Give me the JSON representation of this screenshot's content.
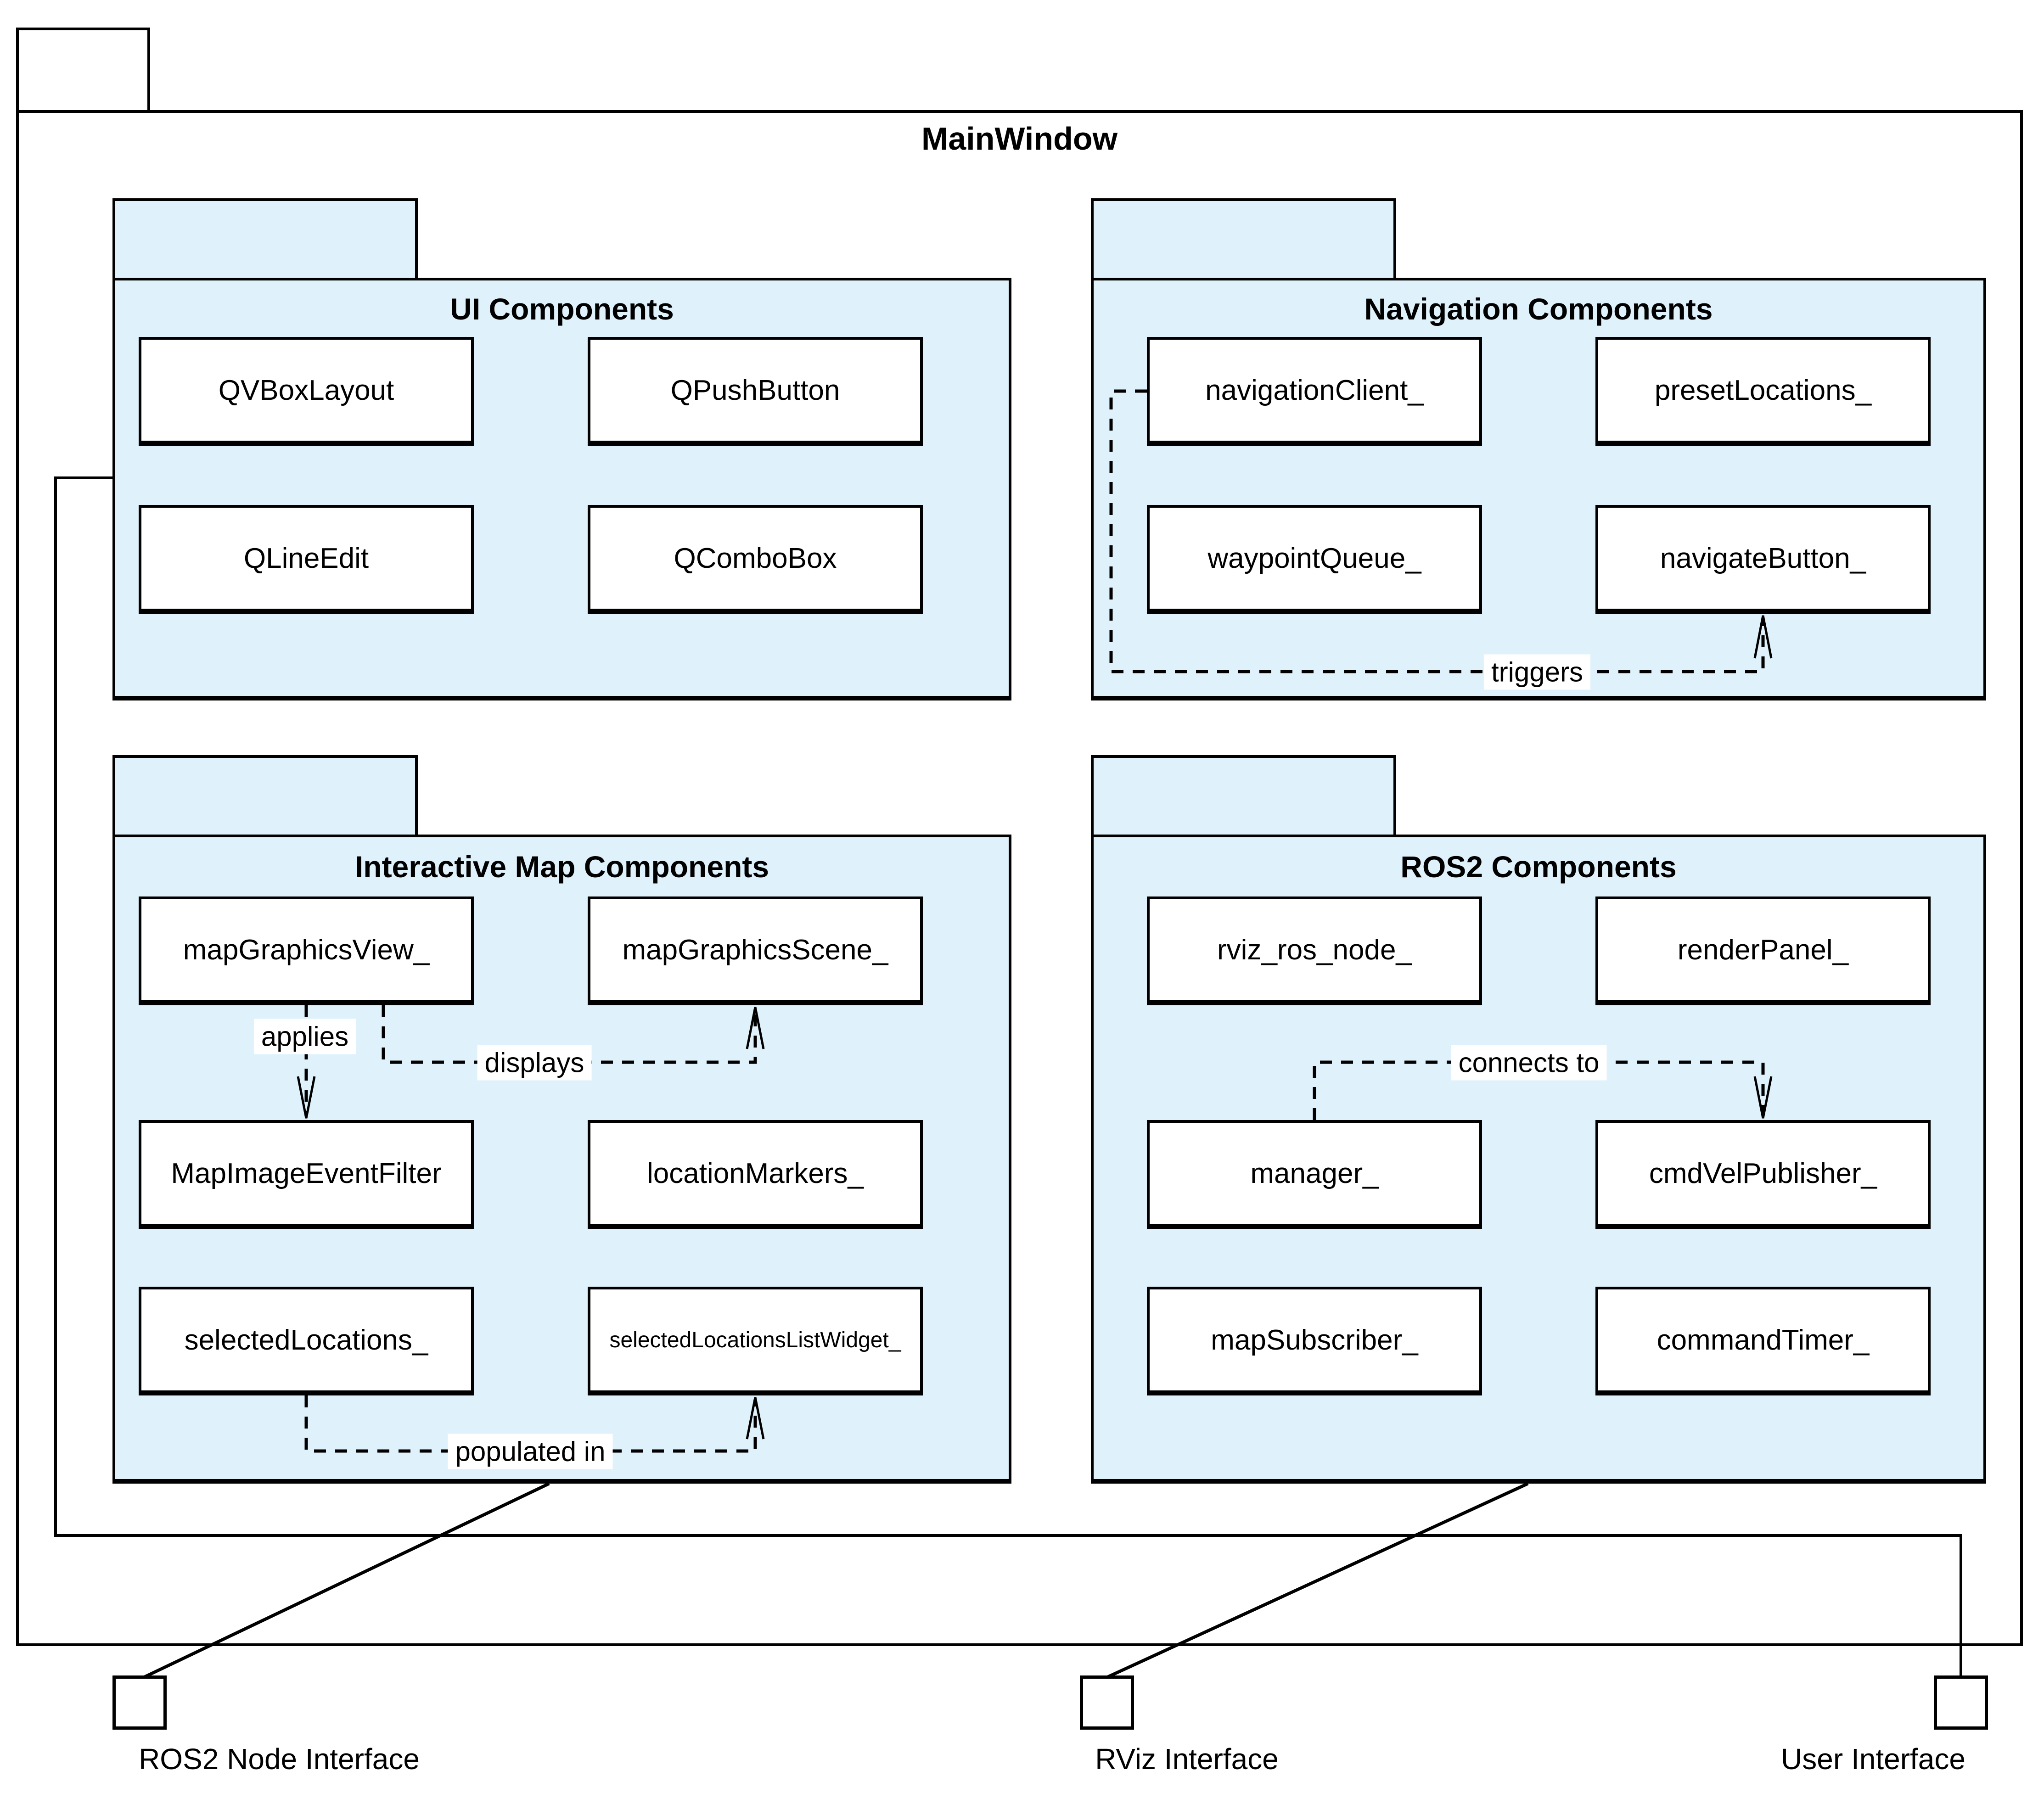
{
  "diagram": {
    "title": "MainWindow",
    "packages": [
      {
        "title": "UI Components",
        "boxes": [
          "QVBoxLayout",
          "QPushButton",
          "QLineEdit",
          "QComboBox"
        ]
      },
      {
        "title": "Navigation Components",
        "boxes": [
          "navigationClient_",
          "presetLocations_",
          "waypointQueue_",
          "navigateButton_"
        ]
      },
      {
        "title": "Interactive Map Components",
        "boxes": [
          "mapGraphicsView_",
          "mapGraphicsScene_",
          "MapImageEventFilter",
          "locationMarkers_",
          "selectedLocations_",
          "selectedLocationsListWidget_"
        ]
      },
      {
        "title": "ROS2 Components",
        "boxes": [
          "rviz_ros_node_",
          "renderPanel_",
          "manager_",
          "cmdVelPublisher_",
          "mapSubscriber_",
          "commandTimer_"
        ]
      }
    ],
    "edge_labels": {
      "triggers": "triggers",
      "applies": "applies",
      "displays": "displays",
      "connects_to": "connects to",
      "populated_in": "populated in"
    },
    "interfaces": [
      {
        "label": "ROS2 Node Interface"
      },
      {
        "label": "RViz Interface"
      },
      {
        "label": "User Interface"
      }
    ],
    "colors": {
      "package_fill": "#dff2fc",
      "box_fill": "#ffffff",
      "stroke": "#000000"
    }
  }
}
